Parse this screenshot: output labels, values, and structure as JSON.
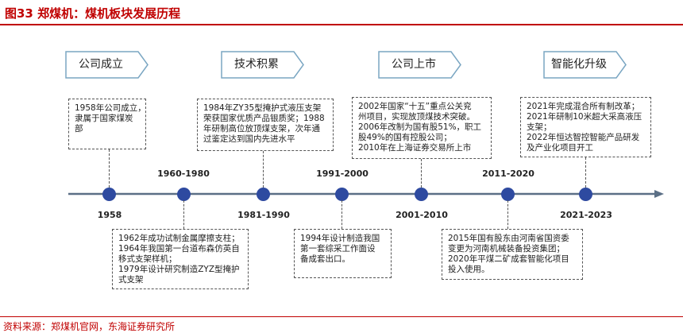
{
  "header": {
    "title": "图33 郑煤机：煤机板块发展历程"
  },
  "phases": [
    "公司成立",
    "技术积累",
    "公司上市",
    "智能化升级"
  ],
  "timeline": {
    "years_below": [
      "1958",
      "1981-1990",
      "2001-2010",
      "2021-2023"
    ],
    "years_above": [
      "1960-1980",
      "1991-2000",
      "2011-2020"
    ]
  },
  "upper_boxes": [
    {
      "lines": [
        "1958年公司成立，",
        "隶属于国家煤炭",
        "部"
      ]
    },
    {
      "lines": [
        "1984年ZY35型掩护式液压支架",
        "荣获国家优质产品银质奖；1988",
        "年研制高位放顶煤支架，次年通",
        "过鉴定达到国内先进水平"
      ]
    },
    {
      "lines": [
        "2002年国家“十五”重点公关兖",
        "州项目，实现放顶煤技术突破。",
        "2006年改制为国有股51%，职工",
        "股49%的国有控股公司；",
        "2010年在上海证券交易所上市"
      ]
    },
    {
      "lines": [
        "2021年完成混合所有制改革；",
        "2021年研制10米超大采高液压",
        "支架；",
        "2022年恒达智控智能产品研发",
        "及产业化项目开工"
      ]
    }
  ],
  "lower_boxes": [
    {
      "lines": [
        "1962年成功试制金属摩擦支柱；",
        "1964年我国第一台道布森仿英自",
        "移式支架样机；",
        "1979年设计研究制造ZYZ型掩护",
        "式支架"
      ]
    },
    {
      "lines": [
        "1994年设计制造我国",
        "第一套综采工作面设",
        "备成套出口。"
      ]
    },
    {
      "lines": [
        "2015年国有股东由河南省国资委",
        "变更为河南机械装备投资集团；",
        "2020年平煤二矿成套智能化项目",
        "投入使用。"
      ]
    }
  ],
  "footer": {
    "source": "资料来源：郑煤机官网，东海证券研究所"
  },
  "colors": {
    "accent_red": "#c00000",
    "dot_blue": "#2e4aa0",
    "arrow_outline": "#7aa6c2",
    "axis": "#5b6f86"
  }
}
